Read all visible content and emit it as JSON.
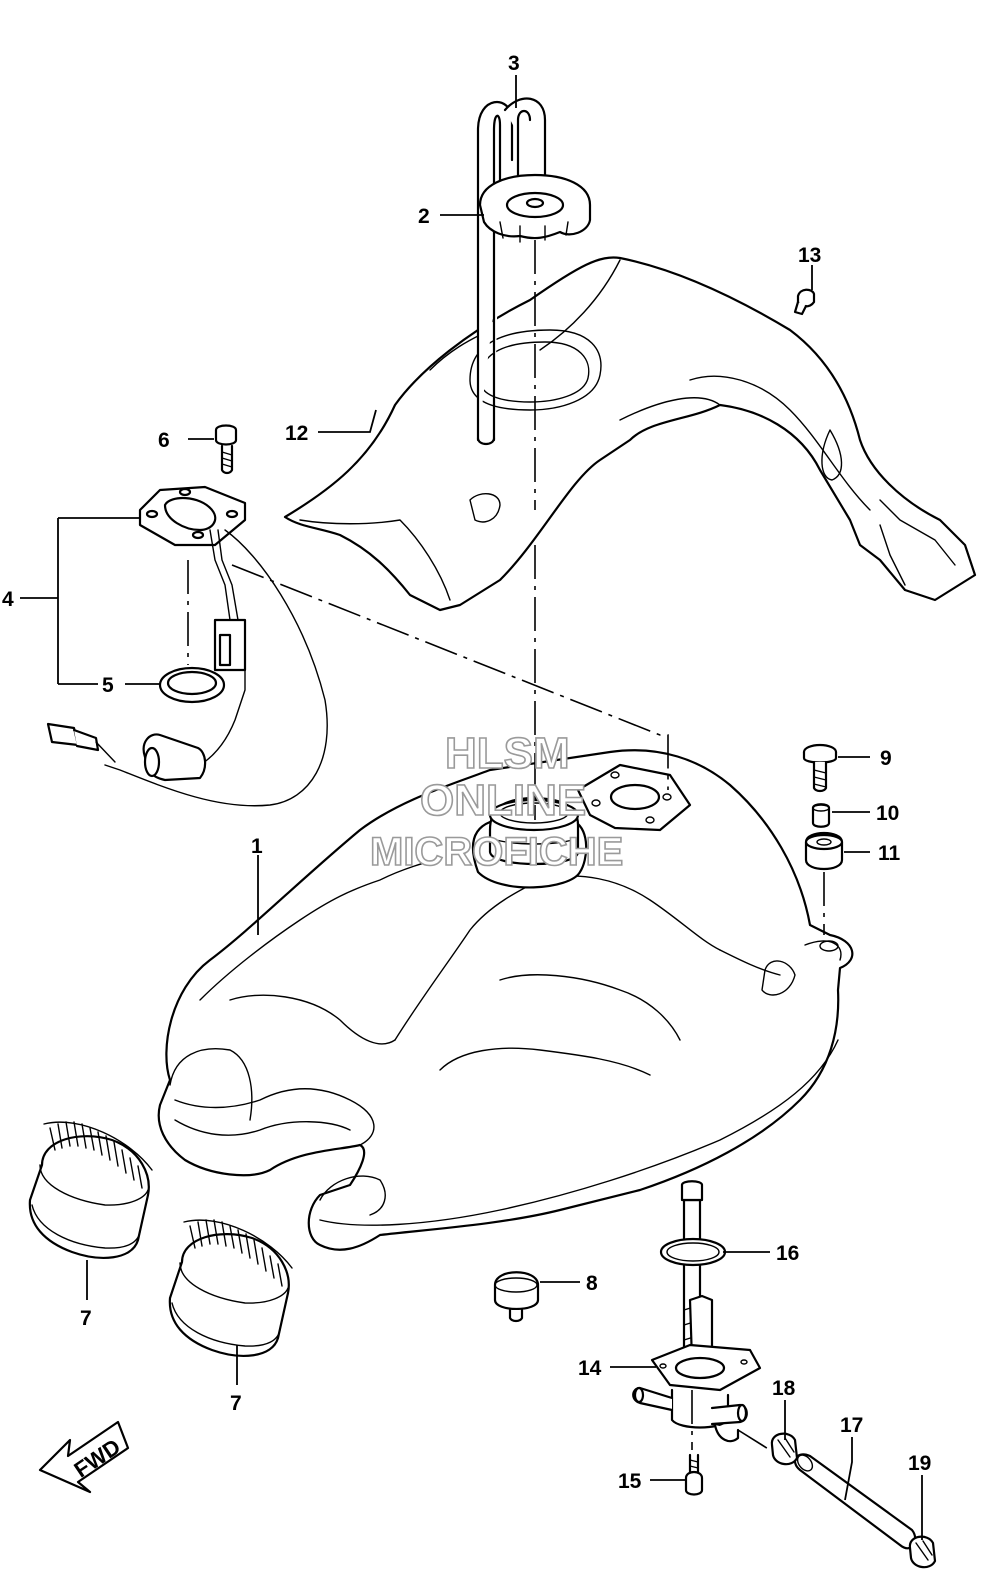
{
  "callouts": {
    "c1": "1",
    "c2": "2",
    "c3": "3",
    "c4": "4",
    "c5": "5",
    "c6": "6",
    "c7a": "7",
    "c7b": "7",
    "c8": "8",
    "c9": "9",
    "c10": "10",
    "c11": "11",
    "c12": "12",
    "c13": "13",
    "c14": "14",
    "c15": "15",
    "c16": "16",
    "c17": "17",
    "c18": "18",
    "c19": "19"
  },
  "watermark": {
    "line1": "HLSM",
    "line2": "ONLINE",
    "line3": "MICROFICHE"
  },
  "direction_marker": {
    "label": "FWD"
  }
}
